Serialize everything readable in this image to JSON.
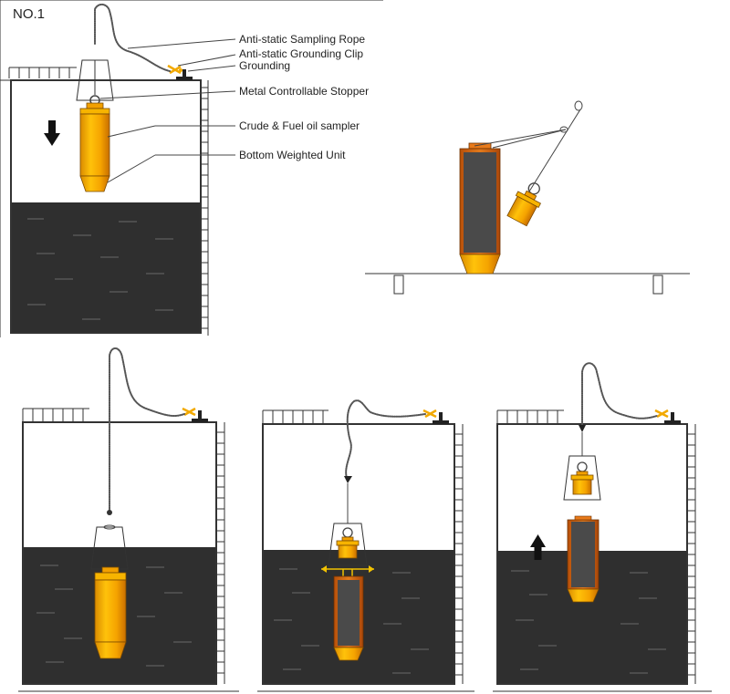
{
  "panel_title": "NO.1",
  "labels": {
    "rope": "Anti-static  Sampling Rope",
    "clip": "Anti-static Grounding Clip",
    "grounding": "Grounding",
    "stopper": "Metal Controllable Stopper",
    "sampler": "Crude & Fuel oil sampler",
    "bottom": "Bottom Weighted Unit"
  },
  "colors": {
    "oil": "#2f2f2f",
    "sampler": "#f0a000",
    "sampler_dark": "#c85a00",
    "sampler_light": "#ffc400",
    "clip": "#f2a900",
    "arrow": "#111111"
  },
  "icons": {
    "down": "arrow-down-icon",
    "up": "arrow-up-icon",
    "clip": "grounding-clip-icon"
  }
}
